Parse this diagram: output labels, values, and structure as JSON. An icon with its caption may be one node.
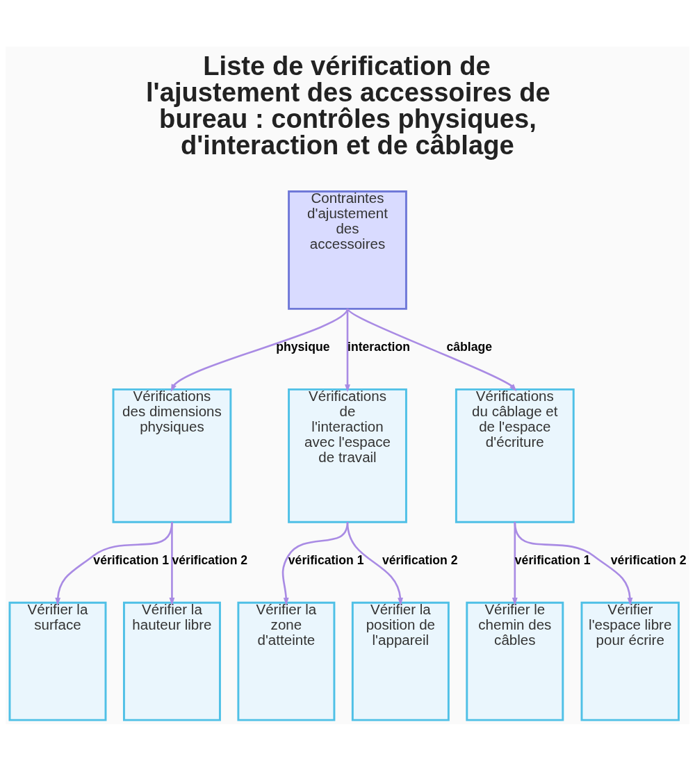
{
  "diagram": {
    "title": "Liste de vérification de l'ajustement des accessoires de bureau : contrôles physiques, d'interaction et de câblage",
    "nodes": [
      {
        "text": [
          "Contraintes d'ajustement des accessoires"
        ]
      },
      {
        "text": [
          "Vérifications des dimensions physiques"
        ]
      },
      {
        "text": [
          "Vérifications de l'interaction avec l'espace de travail"
        ]
      },
      {
        "text": [
          "Vérifications du câblage et de l'espace d'écriture"
        ]
      },
      {
        "text": [
          "Vérifier la surface"
        ]
      },
      {
        "text": [
          "Vérifier la hauteur libre"
        ]
      },
      {
        "text": [
          "Vérifier la zone d'atteinte"
        ]
      },
      {
        "text": [
          "Vérifier la position de l'appareil"
        ]
      },
      {
        "text": [
          "Vérifier le chemin des câbles"
        ]
      },
      {
        "text": [
          "Vérifier l'espace libre pour écrire"
        ]
      }
    ],
    "edges": [
      {
        "from": 0,
        "to": 1,
        "arrow": "to",
        "label": "physique"
      },
      {
        "from": 0,
        "to": 2,
        "arrow": "to",
        "label": "interaction"
      },
      {
        "from": 0,
        "to": 3,
        "arrow": "to",
        "label": "câblage"
      },
      {
        "from": 1,
        "to": 4,
        "arrow": "to",
        "label": "vérification 1"
      },
      {
        "from": 1,
        "to": 5,
        "arrow": "to",
        "label": "vérification 2"
      },
      {
        "from": 2,
        "to": 6,
        "arrow": "to",
        "label": "vérification 1"
      },
      {
        "from": 2,
        "to": 7,
        "arrow": "to",
        "label": "vérification 2"
      },
      {
        "from": 3,
        "to": 8,
        "arrow": "to",
        "label": "vérification 1"
      },
      {
        "from": 3,
        "to": 9,
        "arrow": "to",
        "label": "vérification 2"
      }
    ]
  }
}
